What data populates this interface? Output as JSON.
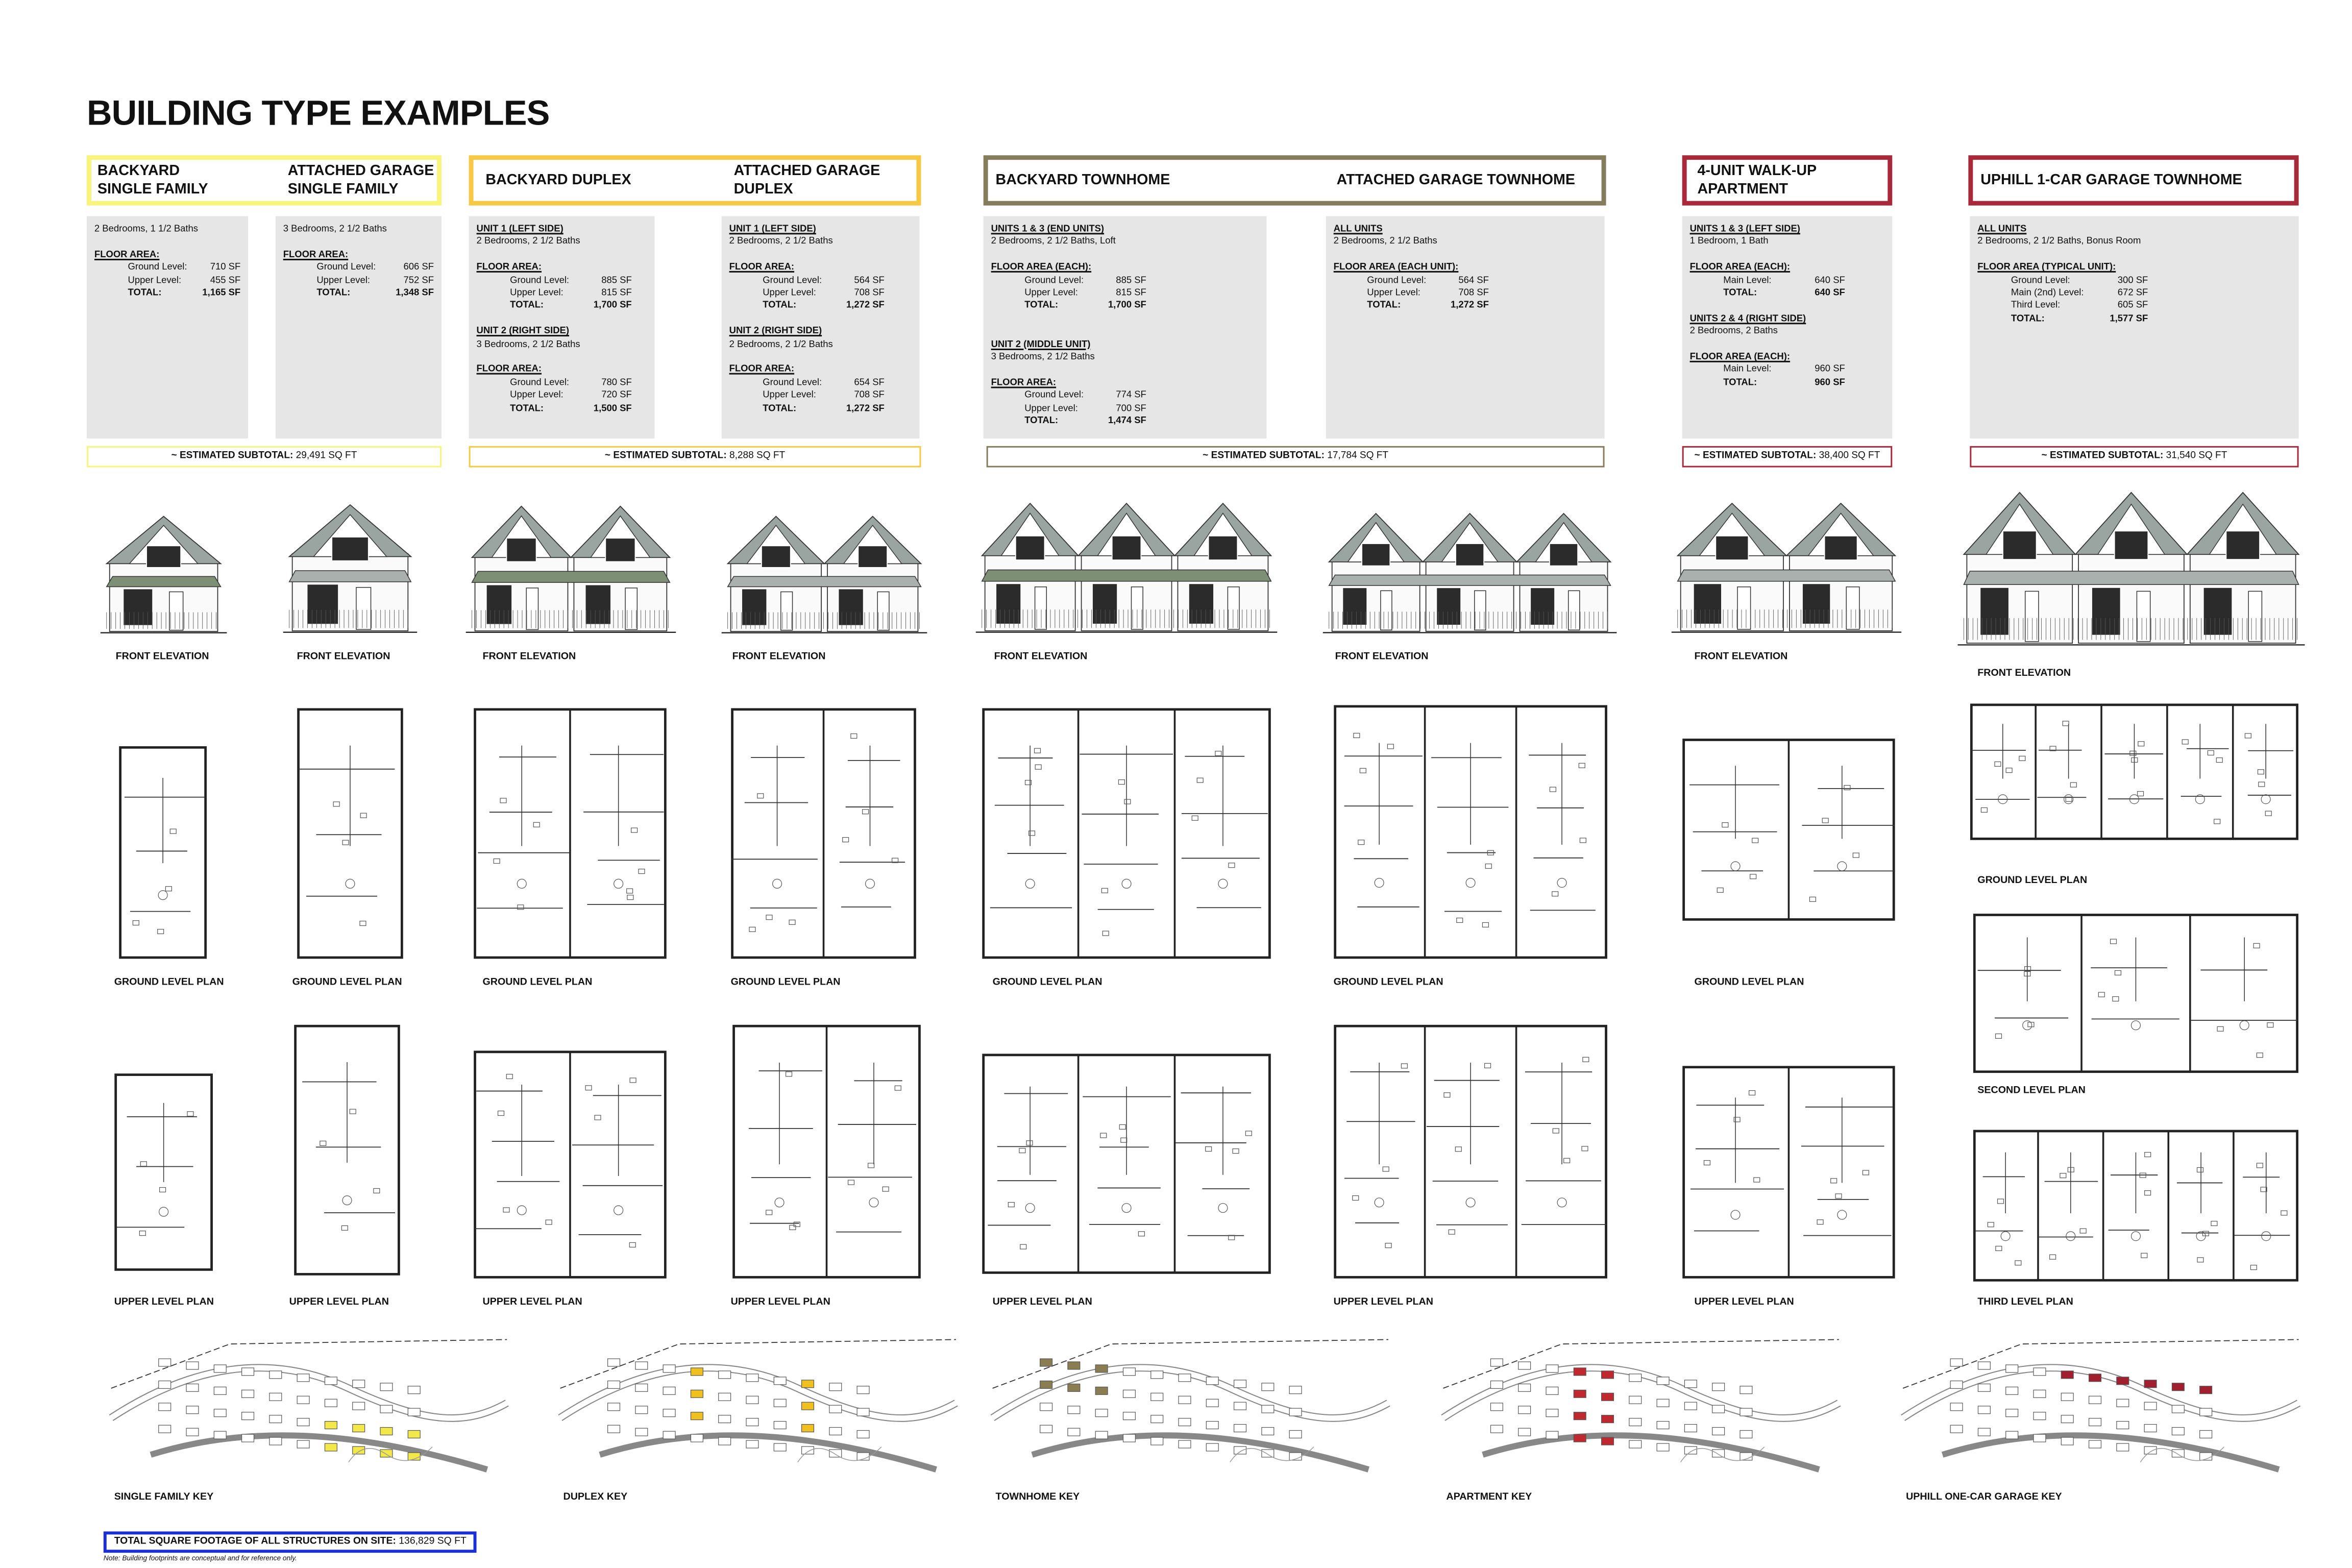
{
  "title": "BUILDING TYPE EXAMPLES",
  "colors": {
    "single_family": "#f8f47c",
    "duplex": "#f7c843",
    "townhome": "#857c5c",
    "apartment": "#a82a3a",
    "uphill": "#a82a3a",
    "total": "#1a2fd6",
    "card_bg": "#e6e6e6"
  },
  "groups": [
    {
      "id": "single-family",
      "headers": [
        [
          "BACKYARD",
          "SINGLE FAMILY"
        ],
        [
          "ATTACHED GARAGE",
          "SINGLE FAMILY"
        ]
      ],
      "subtotal_label": "~ ESTIMATED SUBTOTAL:",
      "subtotal_value": "29,491 SQ FT",
      "cards": [
        [
          {
            "desc": "2 Bedrooms, 1 1/2 Baths"
          },
          {
            "area": "FLOOR AREA:",
            "rows": [
              [
                "Ground Level:",
                "710 SF"
              ],
              [
                "Upper Level:",
                "455 SF"
              ],
              [
                "TOTAL:",
                "1,165 SF"
              ]
            ]
          }
        ],
        [
          {
            "desc": "3 Bedrooms, 2 1/2 Baths"
          },
          {
            "area": "FLOOR AREA:",
            "rows": [
              [
                "Ground Level:",
                "606 SF"
              ],
              [
                "Upper Level:",
                "752 SF"
              ],
              [
                "TOTAL:",
                "1,348 SF"
              ]
            ]
          }
        ]
      ]
    },
    {
      "id": "duplex",
      "headers": [
        [
          "BACKYARD DUPLEX"
        ],
        [
          "ATTACHED GARAGE",
          "DUPLEX"
        ]
      ],
      "subtotal_label": "~ ESTIMATED SUBTOTAL:",
      "subtotal_value": "8,288 SQ FT",
      "cards": [
        [
          {
            "heading": "UNIT 1 (LEFT SIDE)",
            "desc": "2 Bedrooms, 2 1/2 Baths"
          },
          {
            "area": "FLOOR AREA:",
            "rows": [
              [
                "Ground Level:",
                "885 SF"
              ],
              [
                "Upper Level:",
                "815 SF"
              ],
              [
                "TOTAL:",
                "1,700 SF"
              ]
            ]
          },
          {
            "heading": "UNIT 2 (RIGHT SIDE)",
            "desc": "3 Bedrooms, 2 1/2 Baths"
          },
          {
            "area": "FLOOR AREA:",
            "rows": [
              [
                "Ground Level:",
                "780 SF"
              ],
              [
                "Upper Level:",
                "720 SF"
              ],
              [
                "TOTAL:",
                "1,500 SF"
              ]
            ]
          }
        ],
        [
          {
            "heading": "UNIT 1 (LEFT SIDE)",
            "desc": "2 Bedrooms, 2 1/2 Baths"
          },
          {
            "area": "FLOOR AREA:",
            "rows": [
              [
                "Ground Level:",
                "564 SF"
              ],
              [
                "Upper Level:",
                "708 SF"
              ],
              [
                "TOTAL:",
                "1,272 SF"
              ]
            ]
          },
          {
            "heading": "UNIT 2 (RIGHT SIDE)",
            "desc": "2 Bedrooms, 2 1/2 Baths"
          },
          {
            "area": "FLOOR AREA:",
            "rows": [
              [
                "Ground Level:",
                "654 SF"
              ],
              [
                "Upper Level:",
                "708 SF"
              ],
              [
                "TOTAL:",
                "1,272 SF"
              ]
            ]
          }
        ]
      ]
    },
    {
      "id": "townhome",
      "headers": [
        [
          "BACKYARD TOWNHOME"
        ],
        [
          "ATTACHED GARAGE TOWNHOME"
        ]
      ],
      "subtotal_label": "~ ESTIMATED SUBTOTAL:",
      "subtotal_value": "17,784 SQ FT",
      "cards": [
        [
          {
            "heading": "UNITS 1 & 3 (END UNITS)",
            "desc": "2 Bedrooms, 2 1/2 Baths, Loft"
          },
          {
            "area": "FLOOR AREA (EACH):",
            "rows": [
              [
                "Ground Level:",
                "885 SF"
              ],
              [
                "Upper Level:",
                "815 SF"
              ],
              [
                "TOTAL:",
                "1,700 SF"
              ]
            ]
          },
          {
            "heading": "UNIT 2 (MIDDLE UNIT)",
            "desc": "3 Bedrooms, 2 1/2 Baths"
          },
          {
            "area": "FLOOR AREA:",
            "rows": [
              [
                "Ground Level:",
                "774 SF"
              ],
              [
                "Upper Level:",
                "700 SF"
              ],
              [
                "TOTAL:",
                "1,474 SF"
              ]
            ]
          }
        ],
        [
          {
            "heading": "ALL UNITS",
            "desc": "2 Bedrooms, 2 1/2 Baths"
          },
          {
            "area": "FLOOR AREA (EACH UNIT):",
            "rows": [
              [
                "Ground Level:",
                "564 SF"
              ],
              [
                "Upper Level:",
                "708 SF"
              ],
              [
                "TOTAL:",
                "1,272 SF"
              ]
            ]
          }
        ]
      ]
    },
    {
      "id": "apartment",
      "headers": [
        [
          "4-UNIT WALK-UP",
          "APARTMENT"
        ]
      ],
      "subtotal_label": "~ ESTIMATED SUBTOTAL:",
      "subtotal_value": "38,400 SQ FT",
      "cards": [
        [
          {
            "heading": "UNITS 1 & 3 (LEFT SIDE)",
            "desc": "1 Bedroom, 1 Bath"
          },
          {
            "area": "FLOOR AREA (EACH):",
            "rows": [
              [
                "Main Level:",
                "640 SF"
              ],
              [
                "TOTAL:",
                "640 SF"
              ]
            ]
          },
          {
            "heading": "UNITS 2 & 4 (RIGHT SIDE)",
            "desc": "2 Bedrooms, 2 Baths"
          },
          {
            "area": "FLOOR AREA (EACH):",
            "rows": [
              [
                "Main Level:",
                "960 SF"
              ],
              [
                "TOTAL:",
                "960 SF"
              ]
            ]
          }
        ]
      ]
    },
    {
      "id": "uphill",
      "headers": [
        [
          "UPHILL 1-CAR GARAGE TOWNHOME"
        ]
      ],
      "subtotal_label": "~ ESTIMATED SUBTOTAL:",
      "subtotal_value": "31,540 SQ FT",
      "cards": [
        [
          {
            "heading": "ALL UNITS",
            "desc": "2 Bedrooms, 2 1/2 Baths, Bonus Room"
          },
          {
            "area": "FLOOR AREA (TYPICAL UNIT):",
            "rows": [
              [
                "Ground Level:",
                "300 SF"
              ],
              [
                "Main (2nd) Level:",
                "672 SF"
              ],
              [
                "Third Level:",
                "605 SF"
              ],
              [
                "TOTAL:",
                "1,577 SF"
              ]
            ]
          }
        ]
      ]
    }
  ],
  "drawing_labels": {
    "front_elevation": "FRONT ELEVATION",
    "ground_level_plan": "GROUND LEVEL PLAN",
    "upper_level_plan": "UPPER LEVEL PLAN",
    "second_level_plan": "SECOND LEVEL PLAN",
    "third_level_plan": "THIRD LEVEL PLAN"
  },
  "site_keys": [
    {
      "label": "SINGLE FAMILY KEY",
      "color": "#f2e84a"
    },
    {
      "label": "DUPLEX KEY",
      "color": "#f0c020"
    },
    {
      "label": "TOWNHOME KEY",
      "color": "#8a7d52"
    },
    {
      "label": "APARTMENT KEY",
      "color": "#c0282f"
    },
    {
      "label": "UPHILL ONE-CAR GARAGE KEY",
      "color": "#a02030"
    }
  ],
  "total": {
    "label": "TOTAL SQUARE FOOTAGE OF ALL STRUCTURES ON SITE:",
    "value": "136,829 SQ FT"
  },
  "note": "Note: Building footprints are conceptual and for reference only."
}
